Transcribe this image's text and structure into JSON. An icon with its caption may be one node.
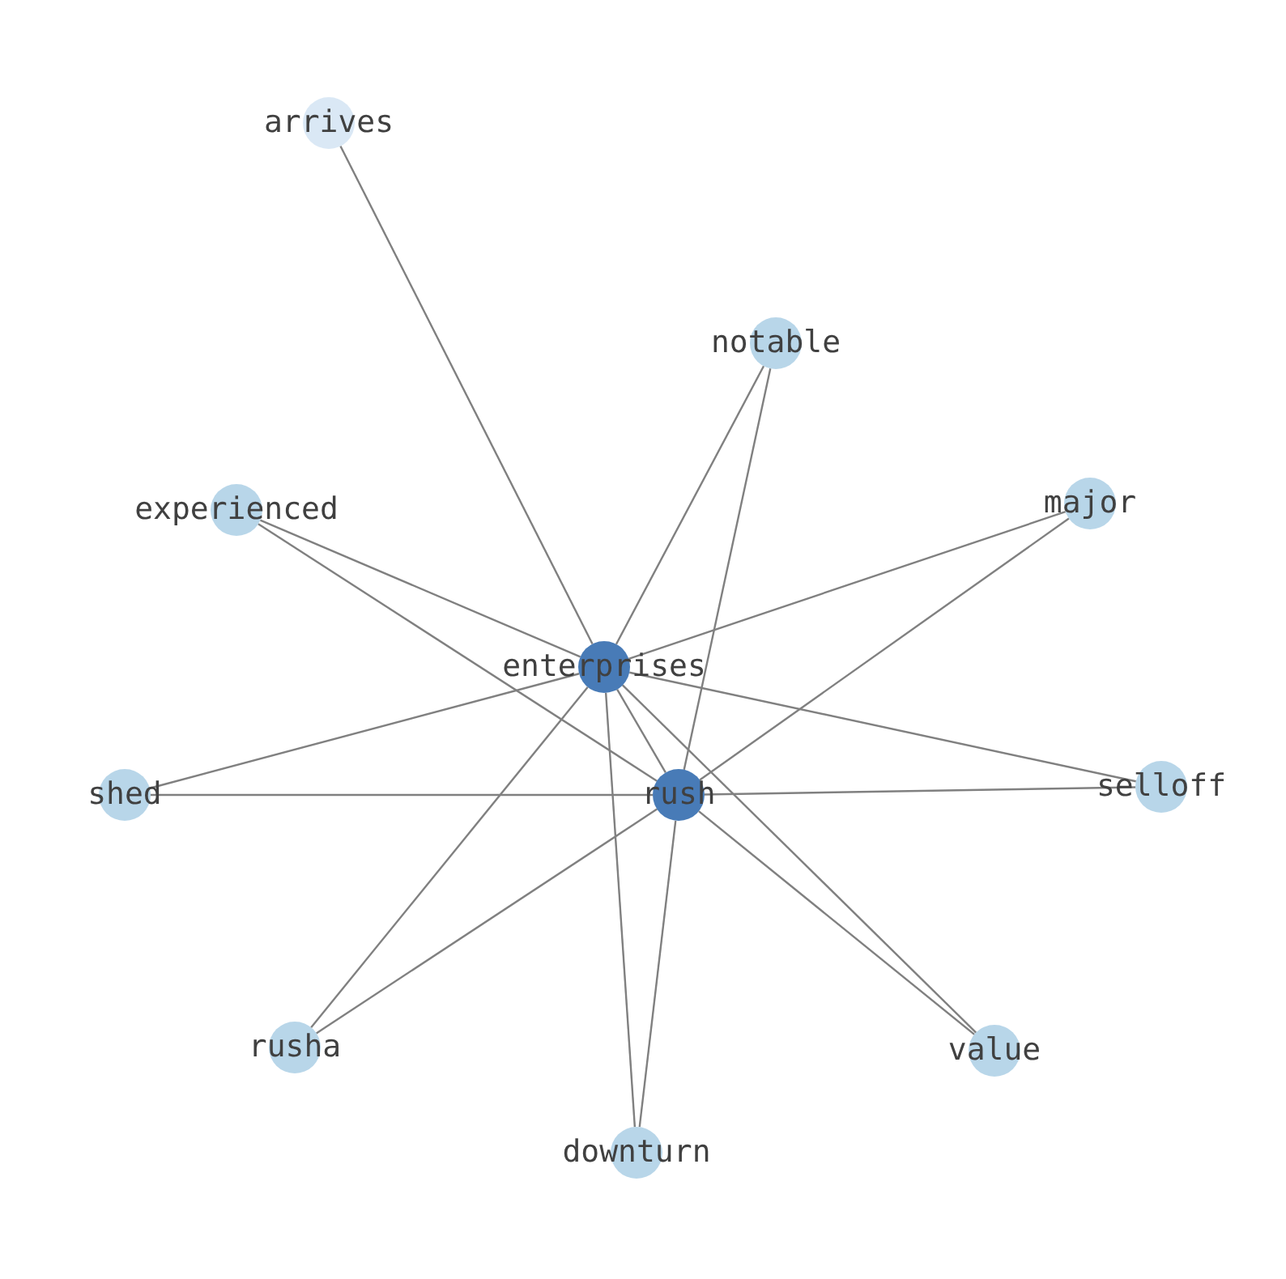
{
  "diagram": {
    "nodes": [
      {
        "text": [
          "arrives"
        ]
      },
      {
        "text": [
          "notable"
        ]
      },
      {
        "text": [
          "experienced"
        ]
      },
      {
        "text": [
          "major"
        ]
      },
      {
        "text": [
          "enterprises"
        ]
      },
      {
        "text": [
          "shed"
        ]
      },
      {
        "text": [
          "rush"
        ]
      },
      {
        "text": [
          "selloff"
        ]
      },
      {
        "text": [
          "rusha"
        ]
      },
      {
        "text": [
          "value"
        ]
      },
      {
        "text": [
          "downturn"
        ]
      }
    ],
    "edges": [
      {
        "from": 0,
        "to": 4,
        "arrow": "none"
      },
      {
        "from": 1,
        "to": 4,
        "arrow": "none"
      },
      {
        "from": 1,
        "to": 6,
        "arrow": "none"
      },
      {
        "from": 2,
        "to": 4,
        "arrow": "none"
      },
      {
        "from": 2,
        "to": 6,
        "arrow": "none"
      },
      {
        "from": 3,
        "to": 4,
        "arrow": "none"
      },
      {
        "from": 3,
        "to": 6,
        "arrow": "none"
      },
      {
        "from": 4,
        "to": 6,
        "arrow": "none"
      },
      {
        "from": 5,
        "to": 4,
        "arrow": "none"
      },
      {
        "from": 5,
        "to": 6,
        "arrow": "none"
      },
      {
        "from": 7,
        "to": 4,
        "arrow": "none"
      },
      {
        "from": 7,
        "to": 6,
        "arrow": "none"
      },
      {
        "from": 8,
        "to": 4,
        "arrow": "none"
      },
      {
        "from": 8,
        "to": 6,
        "arrow": "none"
      },
      {
        "from": 9,
        "to": 4,
        "arrow": "none"
      },
      {
        "from": 9,
        "to": 6,
        "arrow": "none"
      },
      {
        "from": 10,
        "to": 4,
        "arrow": "none"
      },
      {
        "from": 10,
        "to": 6,
        "arrow": "none"
      }
    ]
  }
}
